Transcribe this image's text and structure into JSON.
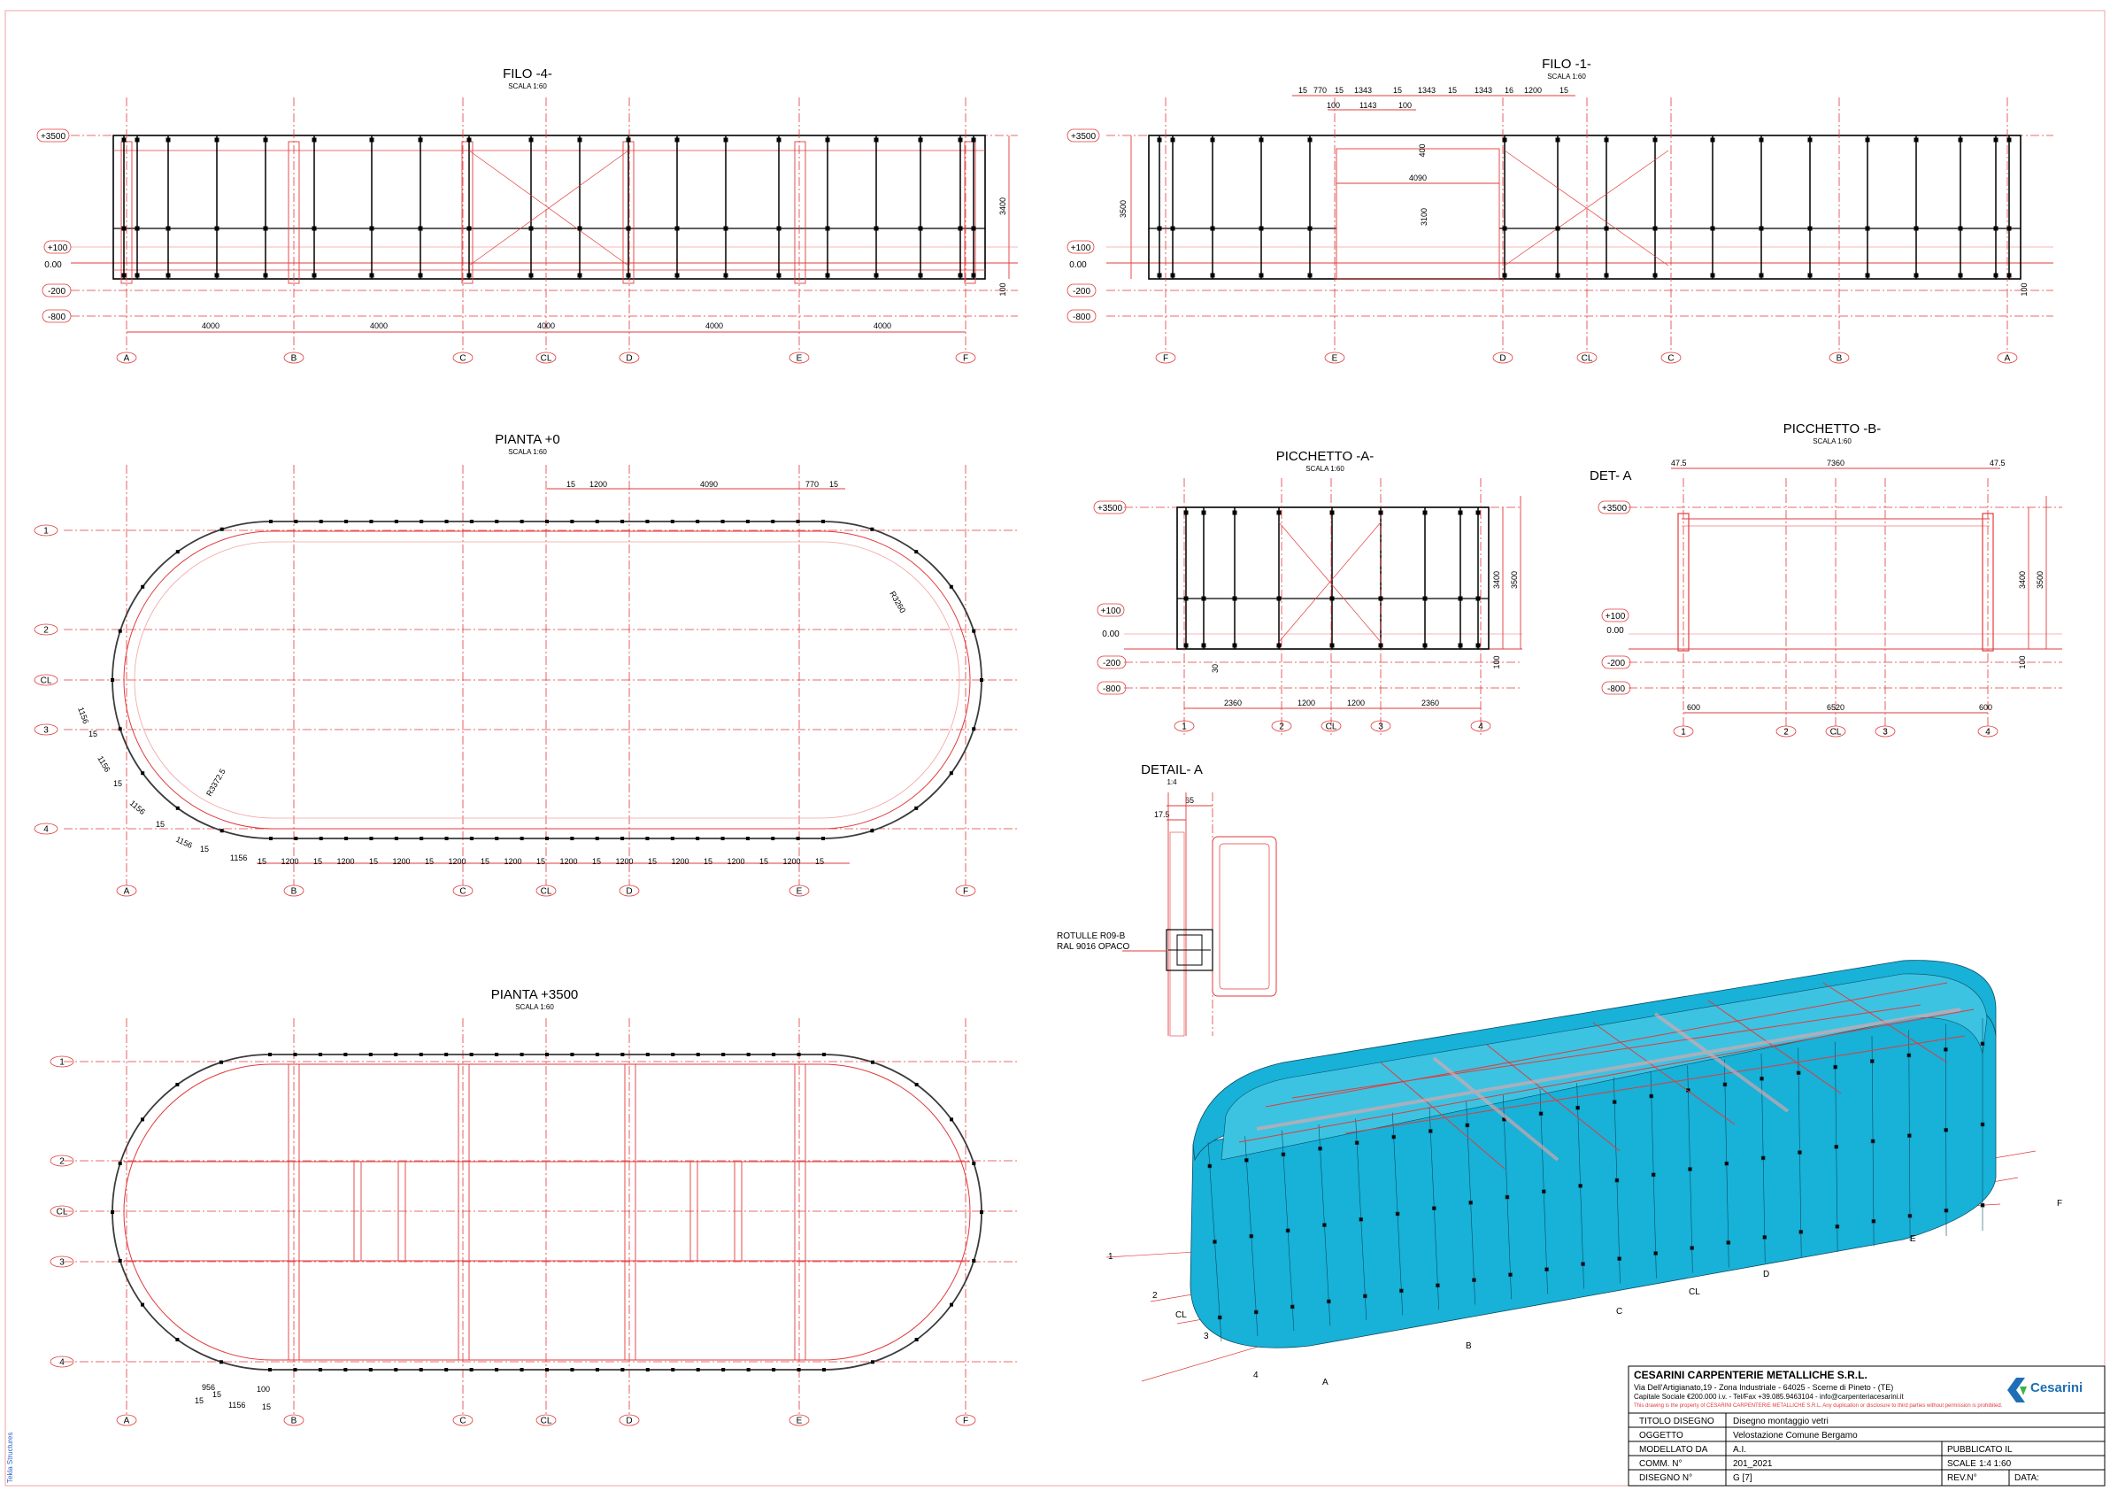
{
  "views": {
    "filo4": {
      "title": "FILO -4-",
      "scale": "SCALA 1:60",
      "levels": [
        "+3500",
        "+100",
        "0.00",
        "-200",
        "-800"
      ],
      "spans": [
        "4000",
        "4000",
        "4000",
        "4000",
        "4000"
      ],
      "gridlines": [
        "A",
        "B",
        "C",
        "CL",
        "D",
        "E",
        "F"
      ],
      "side_dims": [
        "3400",
        "100"
      ]
    },
    "filo1": {
      "title": "FILO -1-",
      "scale": "SCALA 1:60",
      "levels": [
        "+3500",
        "+100",
        "0.00",
        "-200",
        "-800"
      ],
      "top_dims": [
        "15",
        "770",
        "15",
        "1343",
        "15",
        "1343",
        "15",
        "1343",
        "16",
        "1200",
        "15"
      ],
      "sub_dims": [
        "100",
        "1143",
        "100"
      ],
      "inner_dims": [
        "400",
        "4090",
        "3100"
      ],
      "side_dims": [
        "3500",
        "100"
      ],
      "gridlines": [
        "F",
        "E",
        "D",
        "CL",
        "C",
        "B",
        "A"
      ]
    },
    "pianta0": {
      "title": "PIANTA +0",
      "scale": "SCALA 1:60",
      "top_dims": [
        "15",
        "1200",
        "4090",
        "770",
        "15"
      ],
      "radius_labels": [
        "R3260",
        "R3372.5"
      ],
      "arc_dims": [
        "1156",
        "15",
        "1156",
        "15",
        "1156",
        "15",
        "1156",
        "15",
        "1156"
      ],
      "bottom_dims": [
        "15",
        "1200",
        "15",
        "1200",
        "15",
        "1200",
        "15",
        "1200",
        "15",
        "1200",
        "15",
        "1200",
        "15",
        "1200",
        "15",
        "1200",
        "15",
        "1200",
        "15",
        "1200",
        "15"
      ],
      "rows": [
        "1",
        "2",
        "CL",
        "3",
        "4"
      ],
      "gridlines": [
        "A",
        "B",
        "C",
        "CL",
        "D",
        "E",
        "F"
      ]
    },
    "pianta3500": {
      "title": "PIANTA +3500",
      "scale": "SCALA 1:60",
      "arc_dims": [
        "956",
        "100",
        "15",
        "15",
        "1156",
        "15"
      ],
      "rows": [
        "1",
        "2",
        "CL",
        "3",
        "4"
      ],
      "gridlines": [
        "A",
        "B",
        "C",
        "CL",
        "D",
        "E",
        "F"
      ]
    },
    "picchettoA": {
      "title": "PICCHETTO -A-",
      "scale": "SCALA 1:60",
      "levels": [
        "+3500",
        "+100",
        "0.00",
        "-200",
        "-800"
      ],
      "bottom_dims": [
        "2360",
        "1200",
        "1200",
        "2360"
      ],
      "side_dims": [
        "3400",
        "3500",
        "100",
        "30"
      ],
      "gridlines": [
        "1",
        "2",
        "CL",
        "3",
        "4"
      ]
    },
    "picchettoB": {
      "title": "PICCHETTO -B-",
      "scale": "SCALA 1:60",
      "det_label": "DET- A",
      "levels": [
        "+3500",
        "+100",
        "0.00",
        "-200",
        "-800"
      ],
      "top_dims": [
        "47.5",
        "7360",
        "47.5"
      ],
      "bottom_dims": [
        "600",
        "6520",
        "600"
      ],
      "side_dims": [
        "3400",
        "3500",
        "100"
      ],
      "gridlines": [
        "1",
        "2",
        "CL",
        "3",
        "4"
      ]
    },
    "detailA": {
      "title": "DETAIL- A",
      "scale": "1:4",
      "dims": [
        "65",
        "17.5"
      ],
      "note": [
        "ROTULLE R09-B",
        "RAL 9016 OPACO"
      ]
    },
    "iso": {
      "labels": [
        "1",
        "2",
        "CL",
        "3",
        "4",
        "A",
        "B",
        "C",
        "CL",
        "D",
        "E",
        "F"
      ]
    }
  },
  "title_block": {
    "company": "CESARINI CARPENTERIE METALLICHE S.R.L.",
    "address": "Via Dell'Artigianato,19 - Zona Industriale - 64025 - Scerne di Pineto - (TE)",
    "capital": "Capitale Sociale €200.000 i.v. - Tel/Fax +39.085.9463104 - info@carpenteriacesarini.it",
    "notice": "This drawing is the property of CESARINI CARPENTERIE METALLICHE S.R.L. Any duplication or disclosure to third parties without permission is prohibited.",
    "logo": "Cesarini",
    "rows": [
      {
        "label": "TITOLO DISEGNO",
        "value": "Disegno montaggio vetri"
      },
      {
        "label": "OGGETTO",
        "value": "Velostazione Comune Bergamo"
      },
      {
        "label": "MODELLATO DA",
        "value": "A.I.",
        "extra_label": "PUBBLICATO IL",
        "extra_value": ""
      },
      {
        "label": "COMM. N°",
        "value": "201_2021",
        "extra_label": "SCALE",
        "extra_value": "1:4    1:60"
      },
      {
        "label": "DISEGNO N°",
        "value": "G   [7]",
        "extra_label": "REV.N°",
        "extra_value": "",
        "date_label": "DATA:"
      }
    ]
  },
  "side_text": "Tekla Structures",
  "colors": {
    "red": "#e23b3b",
    "glass": "#18b1d8"
  }
}
